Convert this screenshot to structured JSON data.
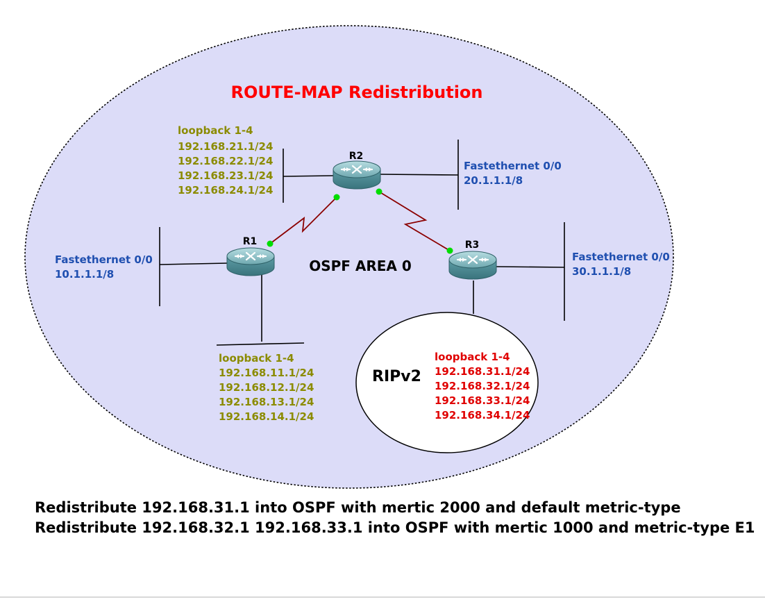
{
  "title": "ROUTE-MAP Redistribution",
  "area_label": "OSPF AREA 0",
  "rip_label": "RIPv2",
  "routers": {
    "r1": {
      "name": "R1"
    },
    "r2": {
      "name": "R2"
    },
    "r3": {
      "name": "R3"
    }
  },
  "interfaces": {
    "r1_fa": {
      "name": "Fastethernet 0/0",
      "ip": "10.1.1.1/8"
    },
    "r2_fa": {
      "name": "Fastethernet 0/0",
      "ip": "20.1.1.1/8"
    },
    "r3_fa": {
      "name": "Fastethernet 0/0",
      "ip": "30.1.1.1/8"
    }
  },
  "loopbacks": {
    "r1": {
      "heading": "loopback 1-4",
      "addresses": [
        "192.168.11.1/24",
        "192.168.12.1/24",
        "192.168.13.1/24",
        "192.168.14.1/24"
      ]
    },
    "r2": {
      "heading": "loopback 1-4",
      "addresses": [
        "192.168.21.1/24",
        "192.168.22.1/24",
        "192.168.23.1/24",
        "192.168.24.1/24"
      ]
    },
    "r3": {
      "heading": "loopback 1-4",
      "addresses": [
        "192.168.31.1/24",
        "192.168.32.1/24",
        "192.168.33.1/24",
        "192.168.34.1/24"
      ]
    }
  },
  "notes": [
    "Redistribute 192.168.31.1 into OSPF with mertic 2000 and default metric-type",
    "Redistribute 192.168.32.1 192.168.33.1 into OSPF with mertic 1000 and metric-type E1"
  ],
  "colors": {
    "title": "#ff0000",
    "interface_text": "#1f4fb0",
    "loopback_ospf": "#8b8b00",
    "loopback_rip": "#e00000",
    "area_fill": "#dcdcf8",
    "serial_link": "#8b0000",
    "port_dot": "#00dd00",
    "router_top": "#8fc3c9",
    "router_body": "#4f8f98"
  }
}
